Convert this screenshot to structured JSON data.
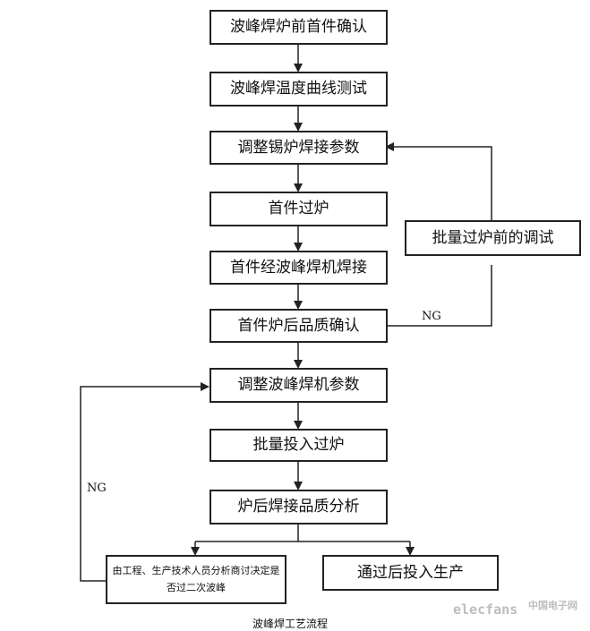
{
  "steps": {
    "s1": "波峰焊炉前首件确认",
    "s2": "波峰焊温度曲线测试",
    "s3": "调整锡炉焊接参数",
    "s4": "首件过炉",
    "s5": "首件经波峰焊机焊接",
    "s6": "首件炉后品质确认",
    "s7": "调整波峰焊机参数",
    "s8": "批量投入过炉",
    "s9": "炉后焊接品质分析",
    "s10": "由工程、生产技术人员分析商讨决定是否过二次波峰",
    "s11": "通过后投入生产",
    "side": "批量过炉前的调试"
  },
  "labels": {
    "ng_right": "NG",
    "ng_left": "NG"
  },
  "caption": "波峰焊工艺流程",
  "watermark": {
    "text1": "elecfans",
    "text2": "中国电子网"
  }
}
